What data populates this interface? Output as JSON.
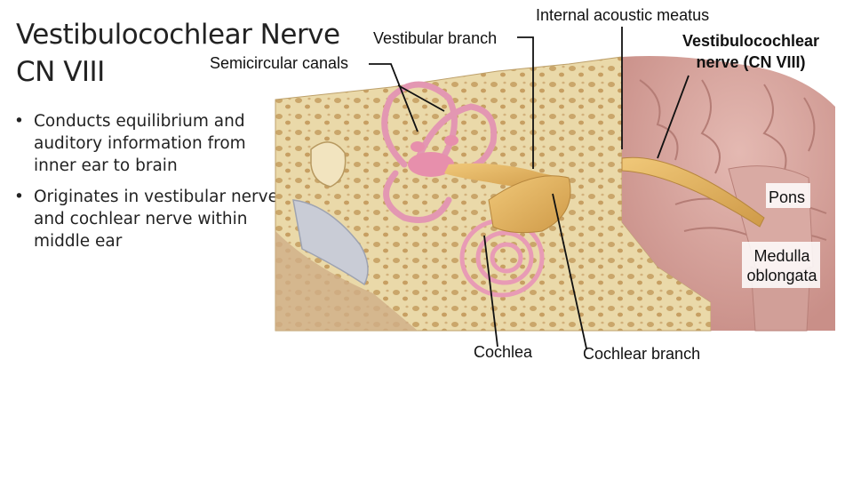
{
  "slide": {
    "title_line1": "Vestibulocochlear Nerve",
    "title_line2": "CN VIII",
    "bullets": [
      "Conducts equilibrium and auditory information from inner ear to brain",
      "Originates in vestibular nerve and cochlear nerve within middle ear"
    ]
  },
  "figure": {
    "labels": {
      "semicircular_canals": "Semicircular canals",
      "vestibular_branch": "Vestibular branch",
      "internal_acoustic_meatus": "Internal acoustic meatus",
      "vestibulocochlear_nerve_line1": "Vestibulocochlear",
      "vestibulocochlear_nerve_line2": "nerve (CN VIII)",
      "pons": "Pons",
      "medulla_line1": "Medulla",
      "medulla_line2": "oblongata",
      "cochlea": "Cochlea",
      "cochlear_branch": "Cochlear branch"
    },
    "colors": {
      "bone": "#e9d7a6",
      "bone_pore": "#c9a86a",
      "brain": "#d8a7a0",
      "nerve": "#e0b060",
      "canal": "#e79bb5",
      "tympanic": "#c7cbd6"
    }
  }
}
